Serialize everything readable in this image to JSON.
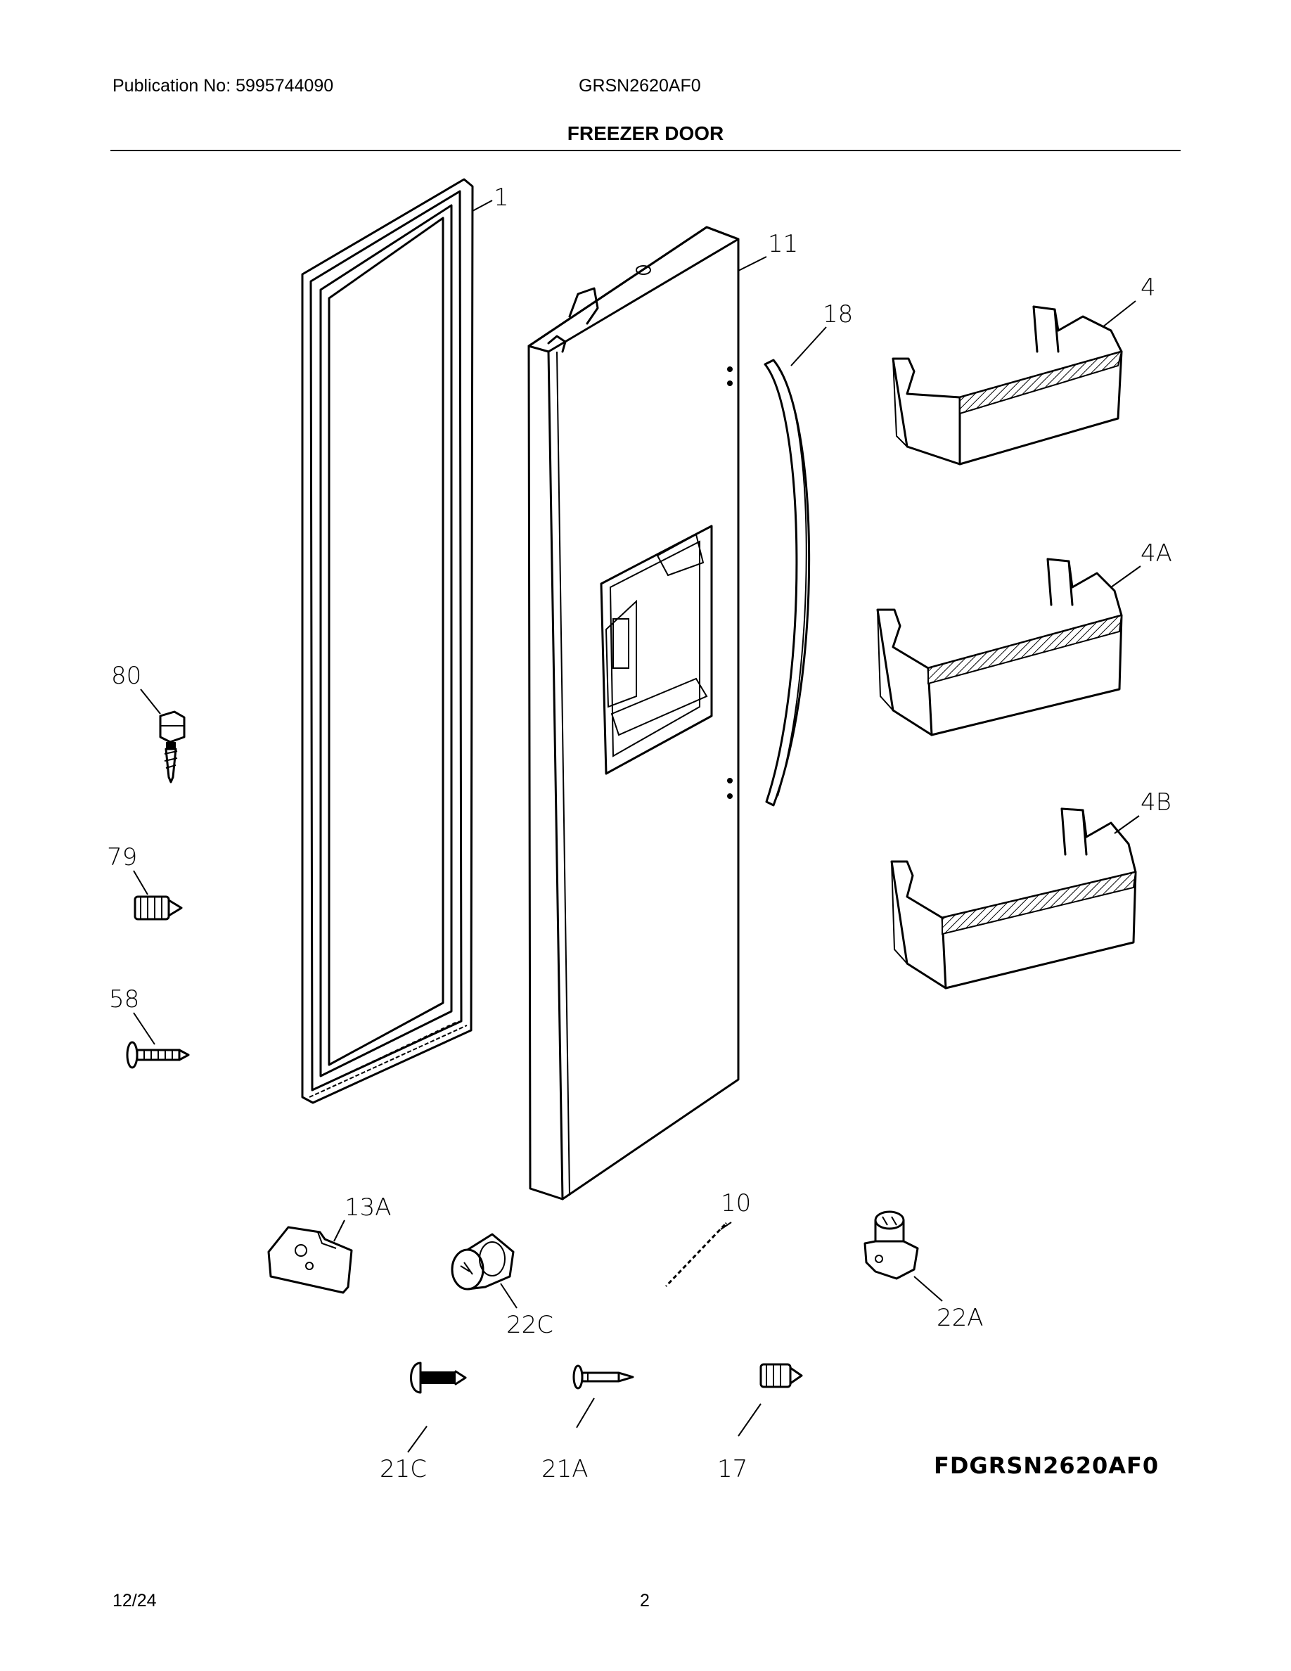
{
  "header": {
    "publication": "Publication No: 5995744090",
    "model": "GRSN2620AF0",
    "title": "FREEZER DOOR"
  },
  "diagram": {
    "callouts": {
      "p1": "1",
      "p11": "11",
      "p18": "18",
      "p4": "4",
      "p4A": "4A",
      "p4B": "4B",
      "p80": "80",
      "p79": "79",
      "p58": "58",
      "p13A": "13A",
      "p10": "10",
      "p22C": "22C",
      "p22A": "22A",
      "p21C": "21C",
      "p21A": "21A",
      "p17": "17"
    },
    "drawing_code": "FDGRSN2620AF0"
  },
  "footer": {
    "date": "12/24",
    "page": "2"
  }
}
